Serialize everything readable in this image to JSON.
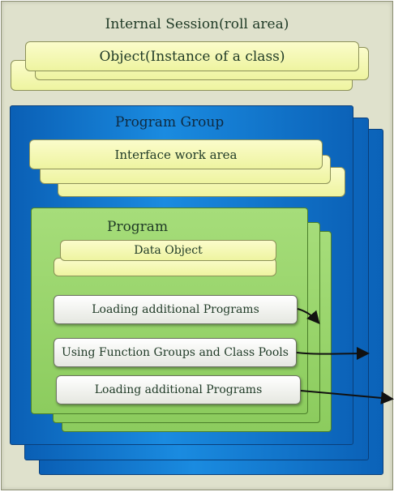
{
  "session": {
    "title": "Internal Session(roll area)"
  },
  "object": {
    "label": "Object(Instance of a class)"
  },
  "program_group": {
    "title": "Program Group"
  },
  "interface": {
    "label": "Interface work area"
  },
  "program": {
    "title": "Program",
    "data_object": "Data Object",
    "items": [
      "Loading additional Programs",
      "Using Function Groups and Class Pools",
      "Loading additional Programs"
    ]
  },
  "colors": {
    "session_bg": "#dfe1cc",
    "object_fill": "#f5f8b5",
    "program_group_fill": "#1a7fd4",
    "program_fill": "#9bd56c",
    "item_fill": "#f2f3ee"
  }
}
